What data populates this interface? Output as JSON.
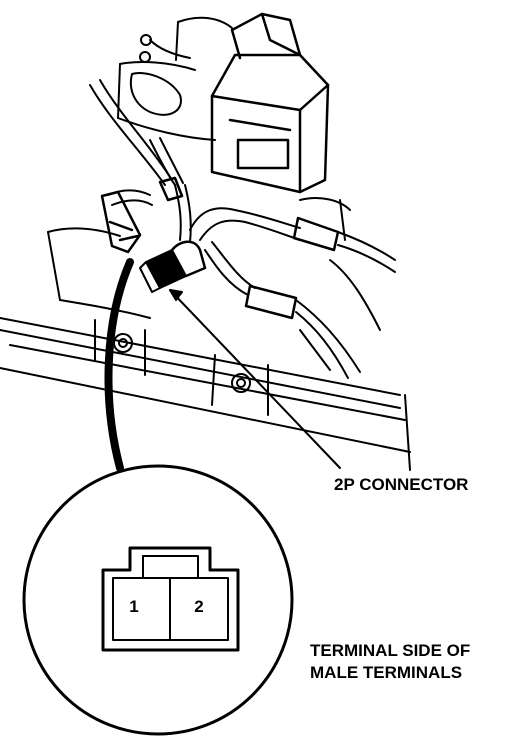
{
  "labels": {
    "connector": "2P CONNECTOR",
    "terminal_line1": "TERMINAL SIDE OF",
    "terminal_line2": "MALE TERMINALS"
  },
  "pins": [
    "1",
    "2"
  ],
  "colors": {
    "ink": "#000000",
    "paper": "#ffffff"
  }
}
